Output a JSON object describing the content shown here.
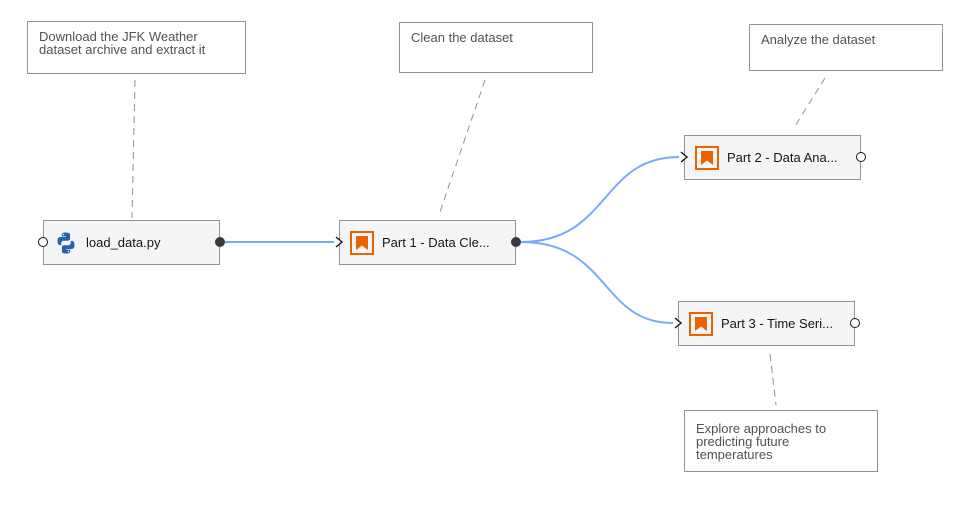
{
  "comments": [
    {
      "id": "comment-download",
      "text": "Download the JFK Weather\ndataset archive and extract it"
    },
    {
      "id": "comment-clean",
      "text": "Clean the dataset"
    },
    {
      "id": "comment-analyze",
      "text": "Analyze the dataset"
    },
    {
      "id": "comment-explore",
      "text": "Explore approaches to\npredicting future\ntemperatures"
    }
  ],
  "nodes": [
    {
      "id": "node-load-data",
      "label": "load_data.py",
      "icon": "python-icon"
    },
    {
      "id": "node-part1",
      "label": "Part 1 - Data Cle...",
      "icon": "notebook-bookmark-icon"
    },
    {
      "id": "node-part2",
      "label": "Part 2 - Data Ana...",
      "icon": "notebook-bookmark-icon"
    },
    {
      "id": "node-part3",
      "label": "Part 3 - Time Seri...",
      "icon": "notebook-bookmark-icon"
    }
  ],
  "colors": {
    "link": "#78a9ff",
    "comment_link": "#8d9399",
    "notebook_icon": "#eb6200",
    "python_blue": "#2463aa"
  }
}
